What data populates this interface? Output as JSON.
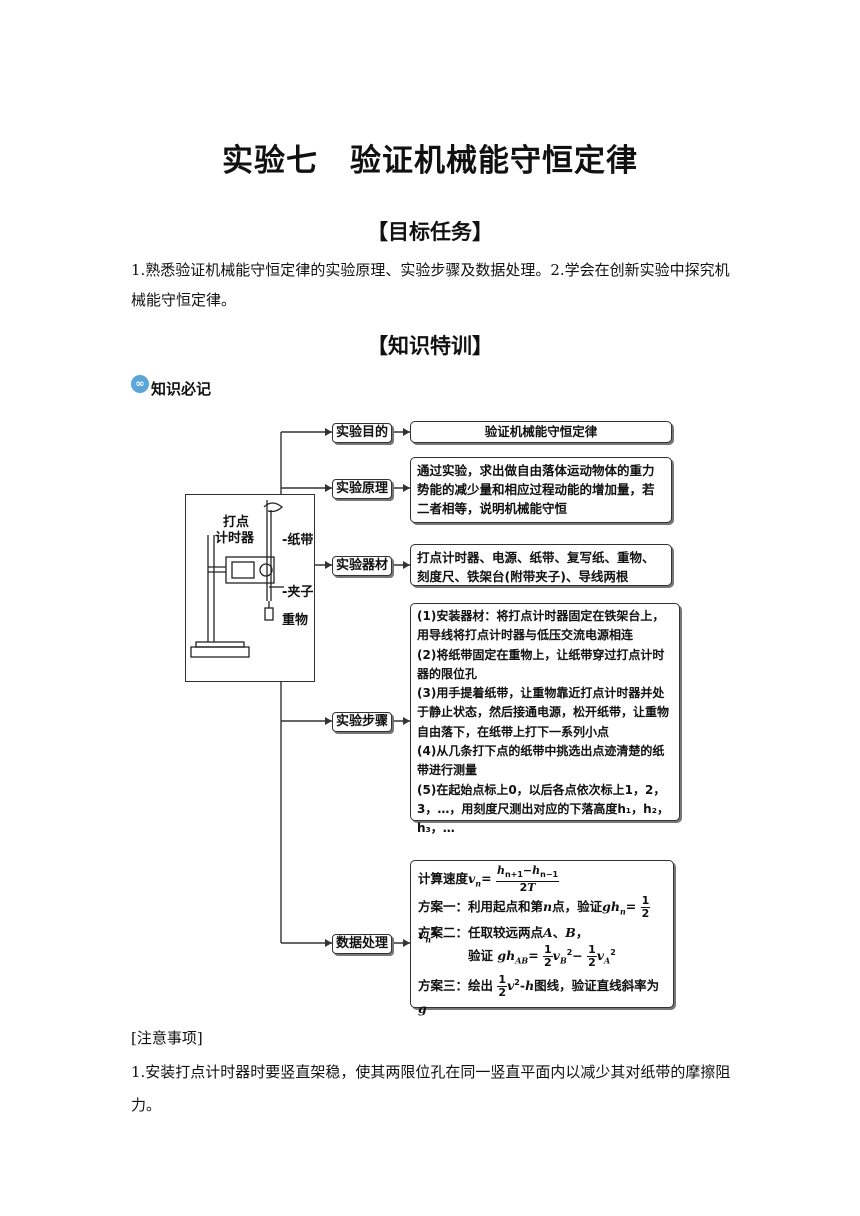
{
  "title": "实验七　验证机械能守恒定律",
  "section1": "【目标任务】",
  "goal_text": "1.熟悉验证机械能守恒定律的实验原理、实验步骤及数据处理。2.学会在创新实验中探究机械能守恒定律。",
  "section2": "【知识特训】",
  "knowledge_label": "知识必记",
  "knowledge_icon": "link-icon",
  "apparatus": {
    "timer_line1": "打点",
    "timer_line2": "计时器",
    "tape": "纸带",
    "clip": "夹子",
    "weight": "重物"
  },
  "diagram": {
    "purpose_label": "实验目的",
    "purpose_text": "验证机械能守恒定律",
    "principle_label": "实验原理",
    "principle_text": "通过实验，求出做自由落体运动物体的重力势能的减少量和相应过程动能的增加量，若二者相等，说明机械能守恒",
    "equipment_label": "实验器材",
    "equipment_text": "打点计时器、电源、纸带、复写纸、重物、刻度尺、铁架台(附带夹子)、导线两根",
    "steps_label": "实验步骤",
    "steps": [
      "(1)安装器材：将打点计时器固定在铁架台上，用导线将打点计时器与低压交流电源相连",
      "(2)将纸带固定在重物上，让纸带穿过打点计时器的限位孔",
      "(3)用手提着纸带，让重物靠近打点计时器并处于静止状态，然后接通电源，松开纸带，让重物自由落下，在纸带上打下一系列小点",
      "(4)从几条打下点的纸带中挑选出点迹清楚的纸带进行测量",
      "(5)在起始点标上0，以后各点依次标上1，2，3，…，用刻度尺测出对应的下落高度h₁，h₂，h₃，…"
    ],
    "data_label": "数据处理",
    "data": {
      "speed_prefix": "计算速度",
      "plan1_prefix": "方案一：利用起点和第",
      "plan1_mid": "点，验证",
      "plan2_prefix": "方案二：任取较远两点",
      "plan2_verify": "验证",
      "plan3_prefix": "方案三：绘出",
      "plan3_suffix": "图线，验证直线斜率为"
    }
  },
  "notes_heading": "[注意事项]",
  "note1": "1.安装打点计时器时要竖直架稳，使其两限位孔在同一竖直平面内以减少其对纸带的摩擦阻力。"
}
